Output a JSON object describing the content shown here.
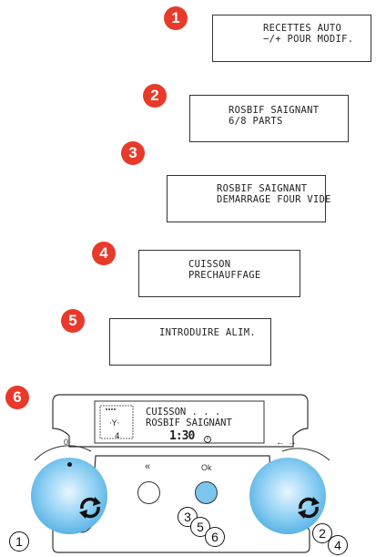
{
  "steps": [
    {
      "num": "1",
      "line1": "RECETTES AUTO",
      "line2": "−/+ POUR MODIF."
    },
    {
      "num": "2",
      "line1": "ROSBIF SAIGNANT",
      "line2": "6/8 PARTS"
    },
    {
      "num": "3",
      "line1": "ROSBIF SAIGNANT",
      "line2": "DEMARRAGE FOUR VIDE"
    },
    {
      "num": "4",
      "line1": "CUISSON",
      "line2": "PRECHAUFFAGE"
    },
    {
      "num": "5",
      "line1": "INTRODUIRE ALIM.",
      "line2": ""
    }
  ],
  "panel": {
    "badge": "6",
    "display": {
      "line1": "CUISSON . . .",
      "line2": "ROSBIF SAIGNANT",
      "time": "1:30",
      "level": "4"
    },
    "labels": {
      "zero": "0",
      "back": "«",
      "ok": "Ok",
      "arrows": "← →"
    },
    "callouts": {
      "left": "1",
      "ok_a": "3",
      "ok_b": "5",
      "ok_c": "6",
      "right_a": "2",
      "right_b": "4"
    }
  },
  "colors": {
    "badge": "#e8392a",
    "knob": "#2a9ad6",
    "ok_button": "#7cc6ee"
  }
}
